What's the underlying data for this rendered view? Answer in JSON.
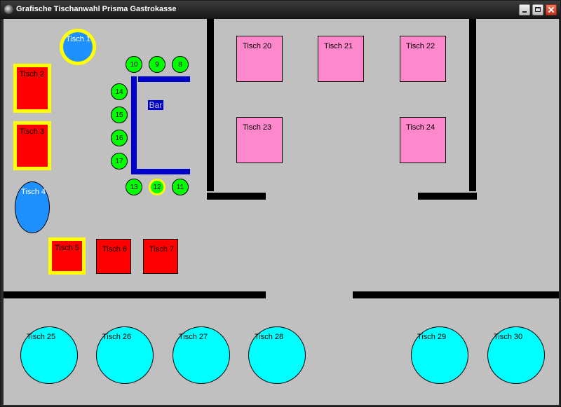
{
  "window": {
    "title": "Grafische Tischanwahl Prisma Gastrokasse",
    "icon": "app-icon"
  },
  "colors": {
    "floor": "#c0c0c0",
    "table_red": "#ff0000",
    "table_blue": "#1e90ff",
    "table_pink": "#ff88cc",
    "table_cyan": "#00ffff",
    "seat_green": "#00ff00",
    "selected_outline": "#ffff00",
    "bar_counter": "#0000cc",
    "wall": "#000000"
  },
  "bar": {
    "label": "Bar"
  },
  "tables": [
    {
      "id": "tisch-1",
      "label": "Tisch 1",
      "color": "blue",
      "shape": "round",
      "selected": true
    },
    {
      "id": "tisch-2",
      "label": "Tisch 2",
      "color": "red",
      "shape": "rect",
      "selected": true
    },
    {
      "id": "tisch-3",
      "label": "Tisch 3",
      "color": "red",
      "shape": "rect",
      "selected": true
    },
    {
      "id": "tisch-4",
      "label": "Tisch 4",
      "color": "blue",
      "shape": "round",
      "selected": false
    },
    {
      "id": "tisch-5",
      "label": "Tisch 5",
      "color": "red",
      "shape": "rect",
      "selected": true
    },
    {
      "id": "tisch-6",
      "label": "Tisch 6",
      "color": "red",
      "shape": "rect",
      "selected": false
    },
    {
      "id": "tisch-7",
      "label": "Tisch 7",
      "color": "red",
      "shape": "rect",
      "selected": false
    },
    {
      "id": "tisch-20",
      "label": "Tisch 20",
      "color": "pink",
      "shape": "rect",
      "selected": false
    },
    {
      "id": "tisch-21",
      "label": "Tisch 21",
      "color": "pink",
      "shape": "rect",
      "selected": false
    },
    {
      "id": "tisch-22",
      "label": "Tisch 22",
      "color": "pink",
      "shape": "rect",
      "selected": false
    },
    {
      "id": "tisch-23",
      "label": "Tisch 23",
      "color": "pink",
      "shape": "rect",
      "selected": false
    },
    {
      "id": "tisch-24",
      "label": "Tisch 24",
      "color": "pink",
      "shape": "rect",
      "selected": false
    },
    {
      "id": "tisch-25",
      "label": "Tisch 25",
      "color": "cyan",
      "shape": "round",
      "selected": false
    },
    {
      "id": "tisch-26",
      "label": "Tisch 26",
      "color": "cyan",
      "shape": "round",
      "selected": false
    },
    {
      "id": "tisch-27",
      "label": "Tisch 27",
      "color": "cyan",
      "shape": "round",
      "selected": false
    },
    {
      "id": "tisch-28",
      "label": "Tisch 28",
      "color": "cyan",
      "shape": "round",
      "selected": false
    },
    {
      "id": "tisch-29",
      "label": "Tisch 29",
      "color": "cyan",
      "shape": "round",
      "selected": false
    },
    {
      "id": "tisch-30",
      "label": "Tisch 30",
      "color": "cyan",
      "shape": "round",
      "selected": false
    }
  ],
  "bar_seats": [
    {
      "label": "10",
      "selected": false
    },
    {
      "label": "9",
      "selected": false
    },
    {
      "label": "8",
      "selected": false
    },
    {
      "label": "14",
      "selected": false
    },
    {
      "label": "15",
      "selected": false
    },
    {
      "label": "16",
      "selected": false
    },
    {
      "label": "17",
      "selected": false
    },
    {
      "label": "13",
      "selected": false
    },
    {
      "label": "12",
      "selected": true
    },
    {
      "label": "11",
      "selected": false
    }
  ]
}
